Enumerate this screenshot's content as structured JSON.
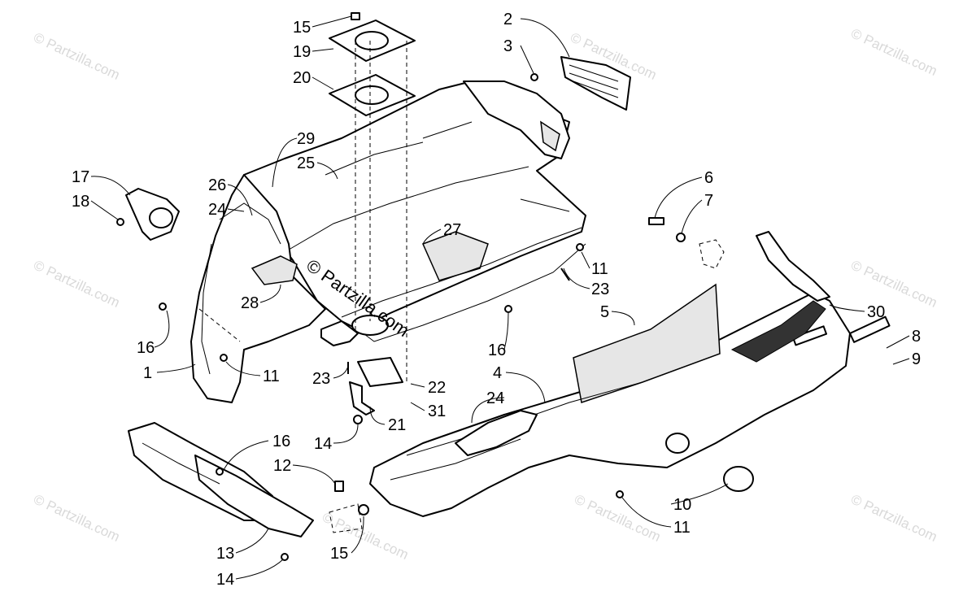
{
  "diagram": {
    "watermark_text": "© Partzilla.com",
    "center_watermark_text": "© Partzilla.com",
    "callouts": [
      "15",
      "19",
      "20",
      "2",
      "3",
      "29",
      "25",
      "26",
      "24",
      "17",
      "18",
      "27",
      "6",
      "7",
      "11",
      "23",
      "28",
      "5",
      "30",
      "8",
      "9",
      "16",
      "1",
      "11",
      "23",
      "16",
      "4",
      "22",
      "24",
      "31",
      "21",
      "14",
      "16",
      "12",
      "10",
      "11",
      "13",
      "15",
      "14"
    ]
  }
}
